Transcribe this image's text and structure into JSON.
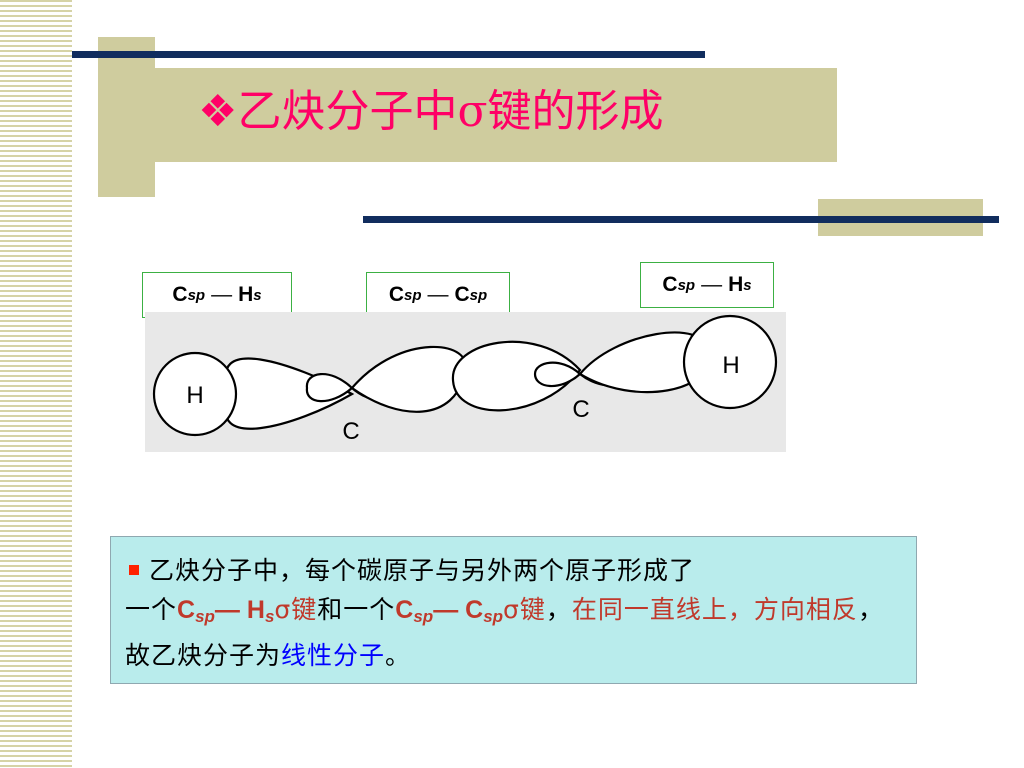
{
  "title": {
    "bullet": "❖",
    "text_before_sigma": "乙炔分子中",
    "sigma": "σ",
    "text_after_sigma": "键的形成"
  },
  "bond_labels": [
    {
      "atom1": "C",
      "sub1": "sp",
      "dash": "—",
      "atom2": "H",
      "sub2": "s"
    },
    {
      "atom1": "C",
      "sub1": "sp",
      "dash": "—",
      "atom2": "C",
      "sub2": "sp"
    },
    {
      "atom1": "C",
      "sub1": "sp",
      "dash": "—",
      "atom2": "H",
      "sub2": "s"
    }
  ],
  "diagram": {
    "atom_labels": [
      "H",
      "C",
      "C",
      "H"
    ]
  },
  "note": {
    "line1": "乙炔分子中，每个碳原子与另外两个原子形成了",
    "line2_pre": "一个",
    "b1_atom1": "C",
    "b1_sub1": "sp",
    "b1_dash": "— ",
    "b1_atom2": "H",
    "b1_sub2": "s",
    "b1_sigma": "σ键",
    "line2_mid": "和一个",
    "b2_atom1": "C",
    "b2_sub1": "sp",
    "b2_dash": "— ",
    "b2_atom2": "C",
    "b2_sub2": "sp",
    "b2_sigma": "σ键",
    "line2_comma": "，",
    "red_text": "在同一直线上，方向相反",
    "line3_mid": "，故乙炔分子为",
    "blue_text": "线性分子",
    "line3_end": "。"
  },
  "colors": {
    "title": "#ff0066",
    "accent_tan": "#cfcc9e",
    "navy_line": "#112d5e",
    "note_bg": "#b9ecec",
    "emphasis_red": "#c0392b",
    "emphasis_blue": "#0000ff"
  }
}
